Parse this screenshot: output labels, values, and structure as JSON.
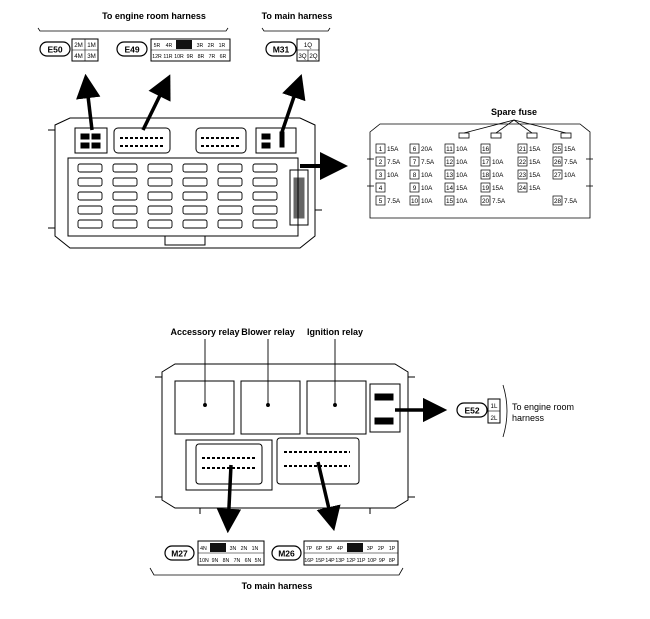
{
  "top_labels": {
    "engine_room_harness": "To engine room harness",
    "main_harness": "To main harness",
    "spare_fuse": "Spare fuse"
  },
  "connectors": {
    "e50": {
      "name": "E50",
      "row1": [
        "2M",
        "1M"
      ],
      "row2": [
        "4M",
        "3M"
      ]
    },
    "e49": {
      "name": "E49",
      "row1": [
        "5R",
        "4R",
        "",
        "3R",
        "2R",
        "1R"
      ],
      "row2": [
        "12R",
        "11R",
        "10R",
        "9R",
        "8R",
        "7R",
        "6R"
      ]
    },
    "m31": {
      "name": "M31",
      "row1": [
        "1Q"
      ],
      "row2": [
        "3Q",
        "2Q"
      ]
    },
    "e52": {
      "name": "E52",
      "row1": [
        "1L"
      ],
      "row2": [
        "2L"
      ]
    },
    "m27": {
      "name": "M27",
      "row1": [
        "4N",
        "",
        "3N",
        "2N",
        "1N"
      ],
      "row2": [
        "10N",
        "9N",
        "8N",
        "7N",
        "6N",
        "5N"
      ]
    },
    "m26": {
      "name": "M26",
      "row1": [
        "7P",
        "6P",
        "5P",
        "4P",
        "",
        "3P",
        "2P",
        "1P"
      ],
      "row2": [
        "16P",
        "15P",
        "14P",
        "13P",
        "12P",
        "11P",
        "10P",
        "9P",
        "8P"
      ]
    }
  },
  "fuses": [
    {
      "num": "1",
      "amp": "15A"
    },
    {
      "num": "2",
      "amp": "7.5A"
    },
    {
      "num": "3",
      "amp": "10A"
    },
    {
      "num": "4",
      "amp": ""
    },
    {
      "num": "5",
      "amp": "7.5A"
    },
    {
      "num": "6",
      "amp": "20A"
    },
    {
      "num": "7",
      "amp": "7.5A"
    },
    {
      "num": "8",
      "amp": "10A"
    },
    {
      "num": "9",
      "amp": "10A"
    },
    {
      "num": "10",
      "amp": "10A"
    },
    {
      "num": "11",
      "amp": "10A"
    },
    {
      "num": "12",
      "amp": "10A"
    },
    {
      "num": "13",
      "amp": "10A"
    },
    {
      "num": "14",
      "amp": "15A"
    },
    {
      "num": "15",
      "amp": "10A"
    },
    {
      "num": "16",
      "amp": ""
    },
    {
      "num": "17",
      "amp": "10A"
    },
    {
      "num": "18",
      "amp": "10A"
    },
    {
      "num": "19",
      "amp": "15A"
    },
    {
      "num": "20",
      "amp": "7.5A"
    },
    {
      "num": "21",
      "amp": "15A"
    },
    {
      "num": "22",
      "amp": "15A"
    },
    {
      "num": "23",
      "amp": "15A"
    },
    {
      "num": "24",
      "amp": "15A"
    },
    {
      "num": "25",
      "amp": "15A"
    },
    {
      "num": "26",
      "amp": "7.5A"
    },
    {
      "num": "27",
      "amp": "10A"
    },
    {
      "num": "28",
      "amp": "7.5A"
    }
  ],
  "bottom_labels": {
    "accessory_relay": "Accessory relay",
    "blower_relay": "Blower relay",
    "ignition_relay": "Ignition relay",
    "engine_room_line1": "To engine room",
    "engine_room_line2": "harness",
    "main_harness": "To main harness"
  }
}
